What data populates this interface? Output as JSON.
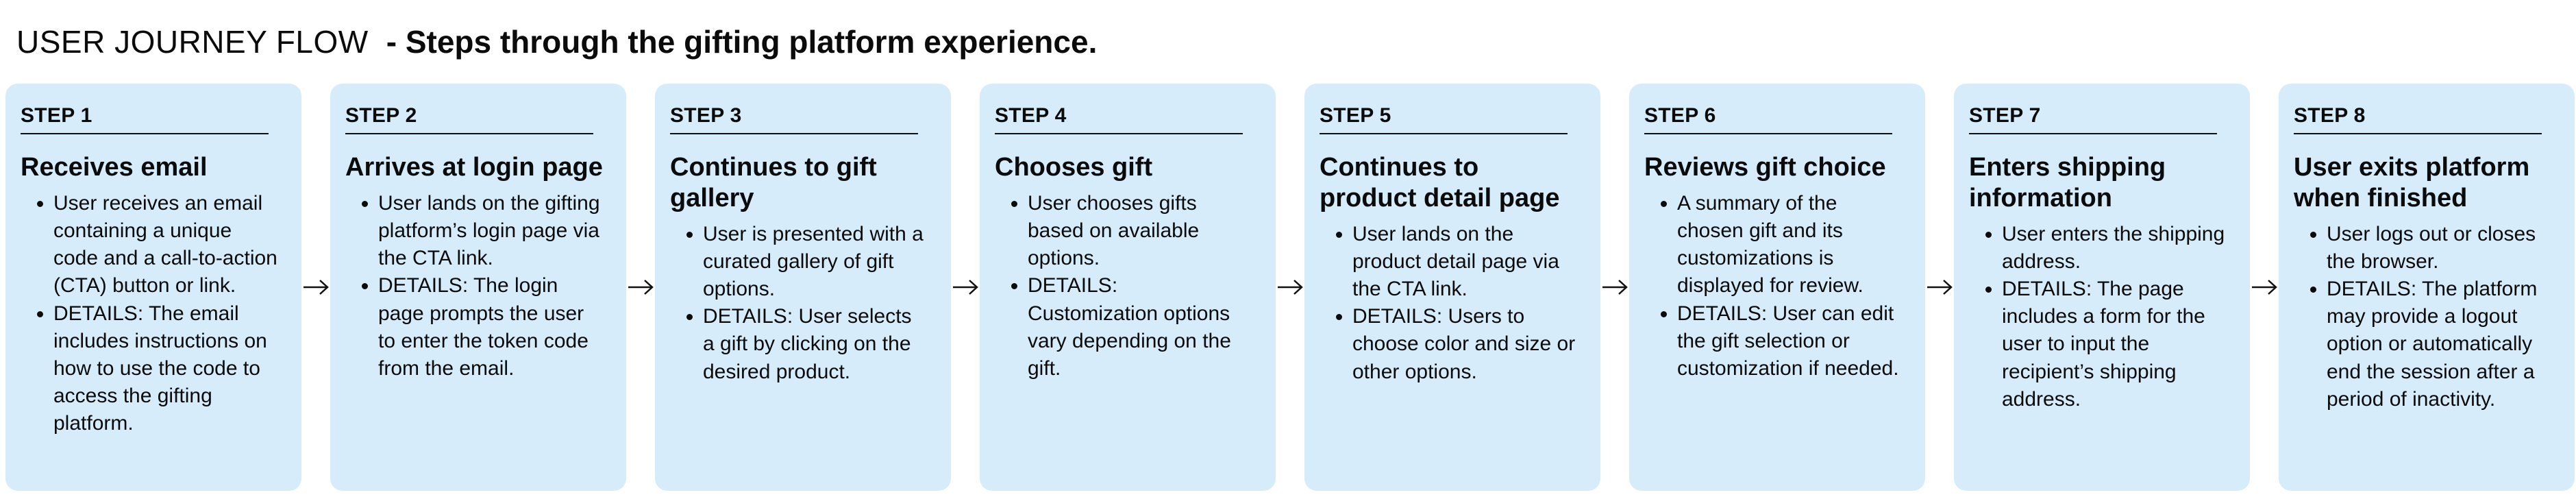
{
  "header": {
    "title": "USER JOURNEY FLOW",
    "subtitle": "- Steps through the gifting platform experience."
  },
  "colors": {
    "card_background": "#d6ecfb",
    "text": "#0b0b0b",
    "arrow": "#111111"
  },
  "steps": [
    {
      "label": "STEP 1",
      "heading": "Receives email",
      "bullets": [
        "User receives an email containing a unique code and a call-to-action (CTA) button or link.",
        "DETAILS: The email includes instructions on how to use the code to access the gifting platform."
      ]
    },
    {
      "label": "STEP 2",
      "heading": "Arrives at login page",
      "bullets": [
        "User lands on the gifting platform’s login page via the CTA link.",
        "DETAILS: The login page prompts the user to enter the token code from the email."
      ]
    },
    {
      "label": "STEP 3",
      "heading": "Continues to gift gallery",
      "bullets": [
        "User is presented with a curated gallery of gift options.",
        "DETAILS: User selects a gift by clicking on the desired product."
      ]
    },
    {
      "label": "STEP 4",
      "heading": "Chooses gift",
      "bullets": [
        "User chooses  gifts based on available options.",
        "DETAILS: Customization options vary depending on the gift."
      ]
    },
    {
      "label": "STEP 5",
      "heading": "Continues to product detail page",
      "bullets": [
        "User lands on the product detail page via the CTA link.",
        "DETAILS: Users to choose color and size or other options."
      ]
    },
    {
      "label": "STEP 6",
      "heading": "Reviews gift choice",
      "bullets": [
        "A summary of the chosen gift and its customizations is displayed for review.",
        "DETAILS: User can edit the gift selection or customization if needed."
      ]
    },
    {
      "label": "STEP 7",
      "heading": "Enters shipping information",
      "bullets": [
        "User enters the shipping address.",
        "DETAILS: The page includes a form for the user to input the recipient’s shipping address."
      ]
    },
    {
      "label": "STEP 8",
      "heading": "User exits platform when finished",
      "bullets": [
        "User logs out or closes the browser.",
        "DETAILS: The platform may provide a logout option or automatically end the session after a period of inactivity."
      ]
    }
  ]
}
